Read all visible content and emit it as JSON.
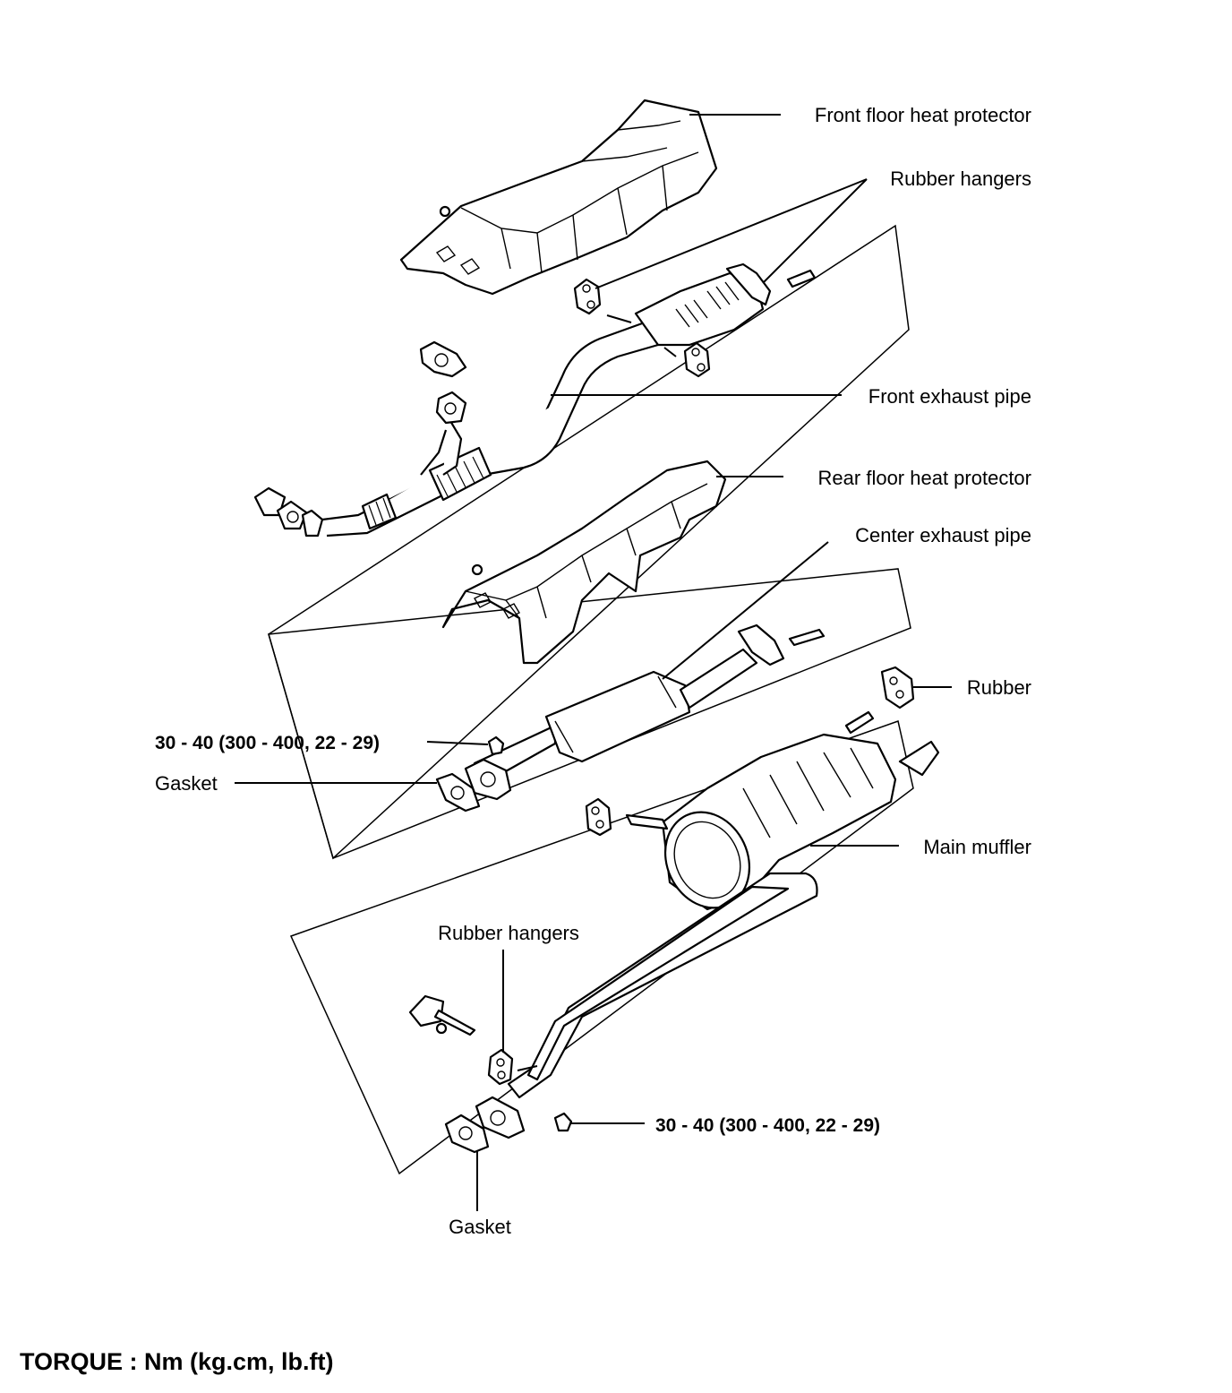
{
  "labels": {
    "front_floor_heat_protector": "Front floor heat protector",
    "rubber_hangers_top": "Rubber hangers",
    "front_exhaust_pipe": "Front exhaust pipe",
    "rear_floor_heat_protector": "Rear floor heat protector",
    "center_exhaust_pipe": "Center exhaust pipe",
    "rubber": "Rubber",
    "torque_center": "30 - 40 (300 - 400, 22 - 29)",
    "gasket_center": "Gasket",
    "main_muffler": "Main muffler",
    "rubber_hangers_bottom": "Rubber hangers",
    "torque_bottom": "30 - 40 (300 - 400, 22 - 29)",
    "gasket_bottom": "Gasket"
  },
  "footer": {
    "torque_units": "TORQUE : Nm (kg.cm, lb.ft)"
  }
}
